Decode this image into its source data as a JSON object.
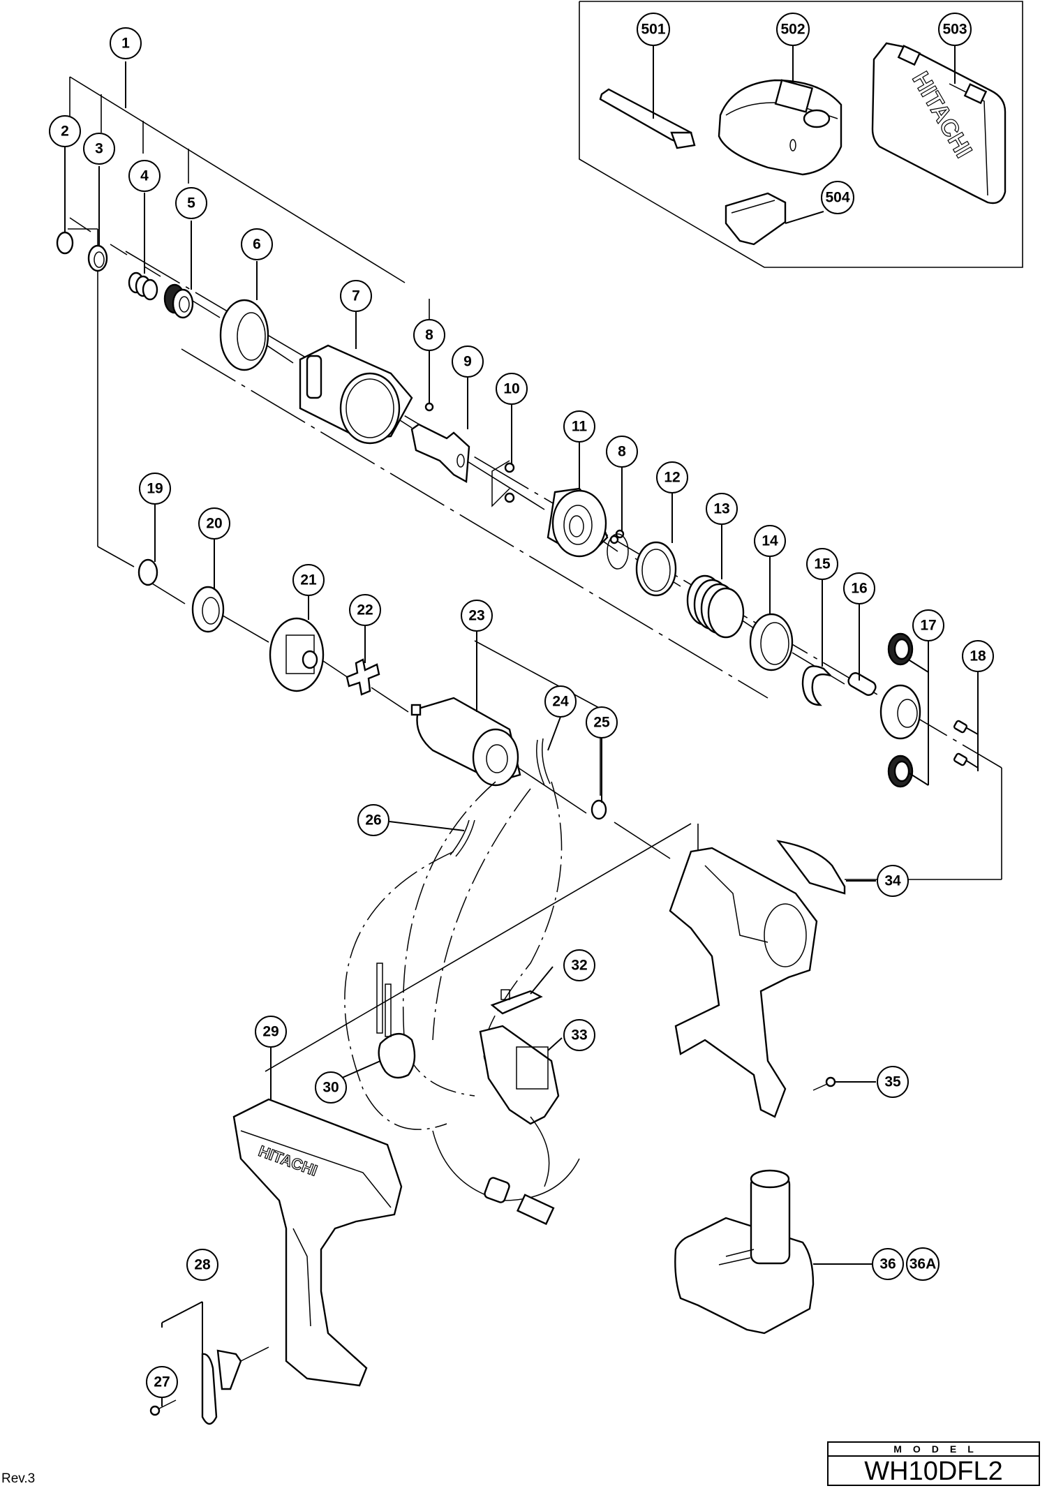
{
  "document": {
    "type": "exploded parts diagram",
    "revision": "Rev.3",
    "model_label": "MODEL",
    "model_number": "WH10DFL2",
    "brand_marks": [
      "HITACHI",
      "HITACHI"
    ]
  },
  "callouts": [
    {
      "id": "1",
      "label": "1"
    },
    {
      "id": "2",
      "label": "2"
    },
    {
      "id": "3",
      "label": "3"
    },
    {
      "id": "4",
      "label": "4"
    },
    {
      "id": "5",
      "label": "5"
    },
    {
      "id": "6",
      "label": "6"
    },
    {
      "id": "7",
      "label": "7"
    },
    {
      "id": "8a",
      "label": "8"
    },
    {
      "id": "9",
      "label": "9"
    },
    {
      "id": "10",
      "label": "10"
    },
    {
      "id": "11",
      "label": "11"
    },
    {
      "id": "8b",
      "label": "8"
    },
    {
      "id": "12",
      "label": "12"
    },
    {
      "id": "13",
      "label": "13"
    },
    {
      "id": "14",
      "label": "14"
    },
    {
      "id": "15",
      "label": "15"
    },
    {
      "id": "16",
      "label": "16"
    },
    {
      "id": "17",
      "label": "17"
    },
    {
      "id": "18",
      "label": "18"
    },
    {
      "id": "19",
      "label": "19"
    },
    {
      "id": "20",
      "label": "20"
    },
    {
      "id": "21",
      "label": "21"
    },
    {
      "id": "22",
      "label": "22"
    },
    {
      "id": "23",
      "label": "23"
    },
    {
      "id": "24",
      "label": "24"
    },
    {
      "id": "25",
      "label": "25"
    },
    {
      "id": "26",
      "label": "26"
    },
    {
      "id": "27",
      "label": "27"
    },
    {
      "id": "28",
      "label": "28"
    },
    {
      "id": "29",
      "label": "29"
    },
    {
      "id": "30",
      "label": "30"
    },
    {
      "id": "32",
      "label": "32"
    },
    {
      "id": "33",
      "label": "33"
    },
    {
      "id": "34",
      "label": "34"
    },
    {
      "id": "35",
      "label": "35"
    },
    {
      "id": "36",
      "label": "36"
    },
    {
      "id": "36A",
      "label": "36A"
    },
    {
      "id": "501",
      "label": "501"
    },
    {
      "id": "502",
      "label": "502"
    },
    {
      "id": "503",
      "label": "503"
    },
    {
      "id": "504",
      "label": "504"
    }
  ],
  "accessories_group": [
    "501",
    "502",
    "503",
    "504"
  ]
}
